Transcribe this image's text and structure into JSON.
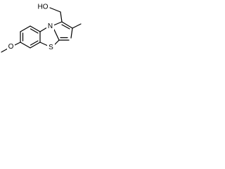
{
  "atoms": {
    "oh": "HO",
    "n": "N",
    "s": "S",
    "o": "O"
  },
  "colors": {
    "line": "#000000",
    "background": "#ffffff"
  }
}
